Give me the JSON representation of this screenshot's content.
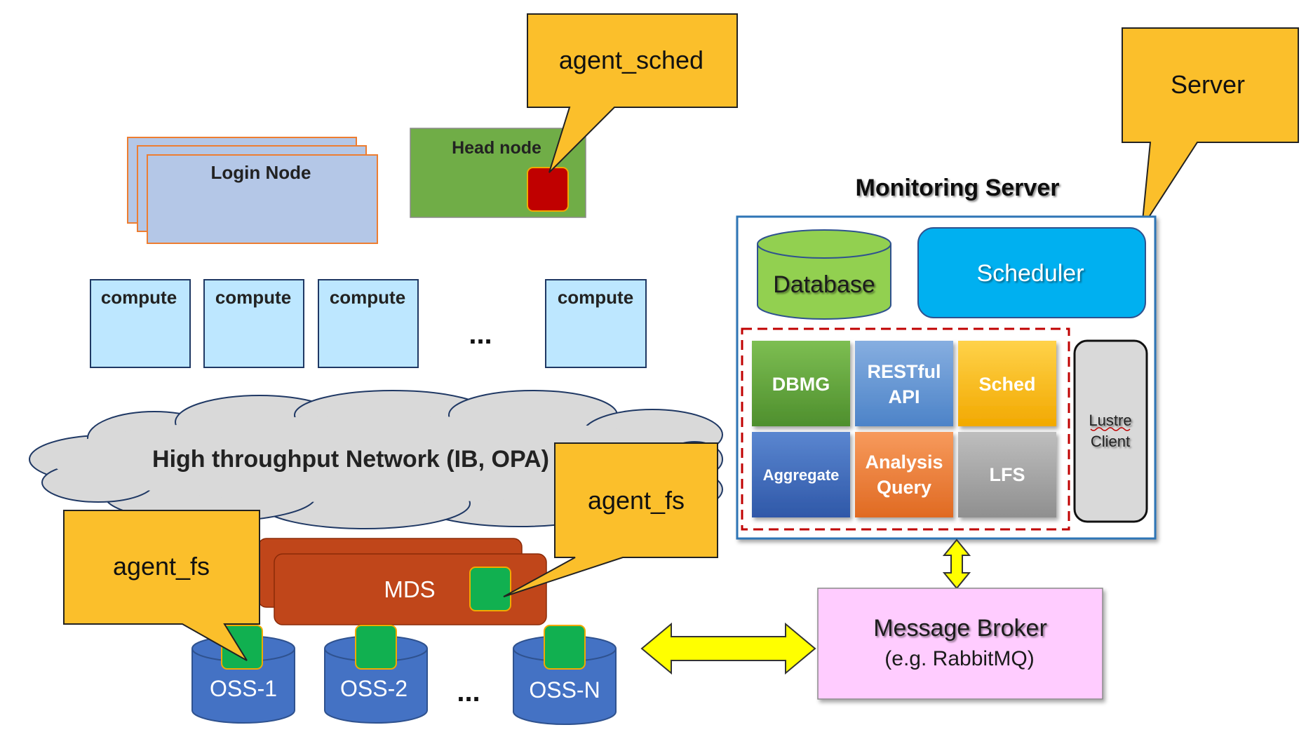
{
  "callouts": {
    "agent_sched": "agent_sched",
    "server": "Server",
    "agent_fs_right": "agent_fs",
    "agent_fs_left": "agent_fs"
  },
  "cluster": {
    "login_node": "Login Node",
    "head_node": "Head node",
    "compute_nodes": [
      "compute",
      "compute",
      "compute",
      "compute"
    ],
    "compute_ellipsis": "...",
    "network": "High throughput Network (IB, OPA)"
  },
  "storage": {
    "mds": "MDS",
    "oss": [
      "OSS-1",
      "OSS-2",
      "OSS-N"
    ],
    "oss_ellipsis": "..."
  },
  "monitoring_server": {
    "title": "Monitoring Server",
    "database": "Database",
    "scheduler": "Scheduler",
    "modules": {
      "dbmg": "DBMG",
      "rest_line1": "RESTful",
      "rest_line2": "API",
      "sched": "Sched",
      "aggregate": "Aggregate",
      "analysis_line1": "Analysis",
      "analysis_line2": "Query",
      "lfs": "LFS"
    },
    "lustre_line1": "Lustre",
    "lustre_line2": "Client"
  },
  "broker": {
    "title": "Message Broker",
    "subtitle": "(e.g. RabbitMQ)"
  },
  "colors": {
    "callout": "#FBBF2B",
    "login": "#B4C7E7",
    "login_border": "#ED7D31",
    "head_node": "#70AD47",
    "agent_red": "#C00000",
    "compute": "#BDE7FF",
    "compute_border": "#1F3864",
    "cloud": "#D9D9D9",
    "mds": "#C0461A",
    "oss": "#4472C4",
    "agent_green": "#11B050",
    "database": "#92D050",
    "scheduler": "#00B0F0",
    "broker": "#FFCCFF",
    "arrow": "#FFFF00"
  }
}
